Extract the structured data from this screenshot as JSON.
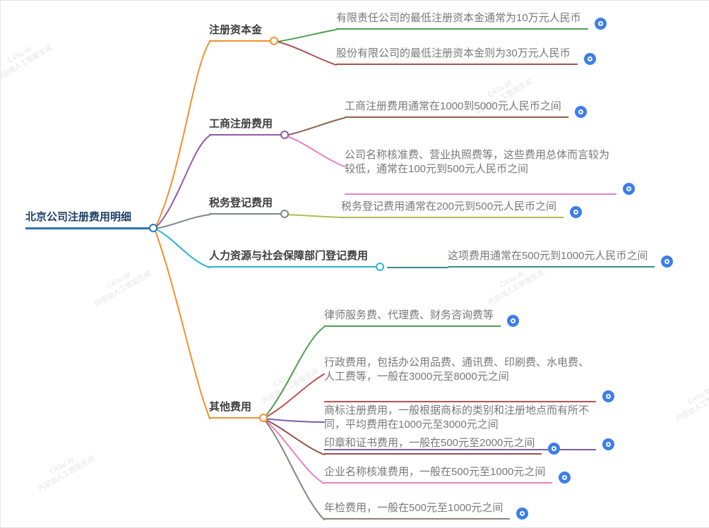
{
  "watermark": {
    "brand": "C4Su.W",
    "text": "内容由人工智能生成"
  },
  "colors": {
    "root_underline": "#2e75b6",
    "root_text": "#1c4068",
    "orange": "#f0922f",
    "purple": "#8e5ba6",
    "gray": "#80858a",
    "cyan": "#29b7c9",
    "green": "#4f9e52",
    "dark_red": "#a95252",
    "brown": "#8c6250",
    "pink": "#e583c4",
    "olive": "#b2b84f",
    "teal": "#2f9090",
    "red": "#c0504d",
    "violet": "#7b5fa8",
    "maroon": "#9c4f4f",
    "warm_gray": "#8d8178",
    "button_blue": "#3d7ee8"
  },
  "map": {
    "root": {
      "label": "北京公司注册费用明细"
    },
    "topics": [
      {
        "label": "注册资本金",
        "children": [
          {
            "text": "有限责任公司的最低注册资本金通常为10万元人民币"
          },
          {
            "text": "股份有限公司的最低注册资本金则为30万元人民币"
          }
        ]
      },
      {
        "label": "工商注册费用",
        "children": [
          {
            "text": "工商注册费用通常在1000到5000元人民币之间"
          },
          {
            "text": "公司名称核准费、营业执照费等，这些费用总体而言较为\n较低，通常在100元到500元人民币之间"
          }
        ]
      },
      {
        "label": "税务登记费用",
        "children": [
          {
            "text": "税务登记费用通常在200元到500元人民币之间"
          }
        ]
      },
      {
        "label": "人力资源与社会保障部门登记费用",
        "children": [
          {
            "text": "这项费用通常在500元到1000元人民币之间"
          }
        ]
      },
      {
        "label": "其他费用",
        "children": [
          {
            "text": "律师服务费、代理费、财务咨询费等"
          },
          {
            "text": "行政费用，包括办公用品费、通讯费、印刷费、水电费、\n人工费等，一般在3000元至8000元之间"
          },
          {
            "text": "商标注册费用，一般根据商标的类别和注册地点而有所不\n同，平均费用在1000元至3000元之间"
          },
          {
            "text": "印章和证书费用，一般在500元至2000元之间"
          },
          {
            "text": "企业名称核准费用，一般在500元至1000元之间"
          },
          {
            "text": "年检费用，一般在500元至1000元之间"
          }
        ]
      }
    ]
  }
}
